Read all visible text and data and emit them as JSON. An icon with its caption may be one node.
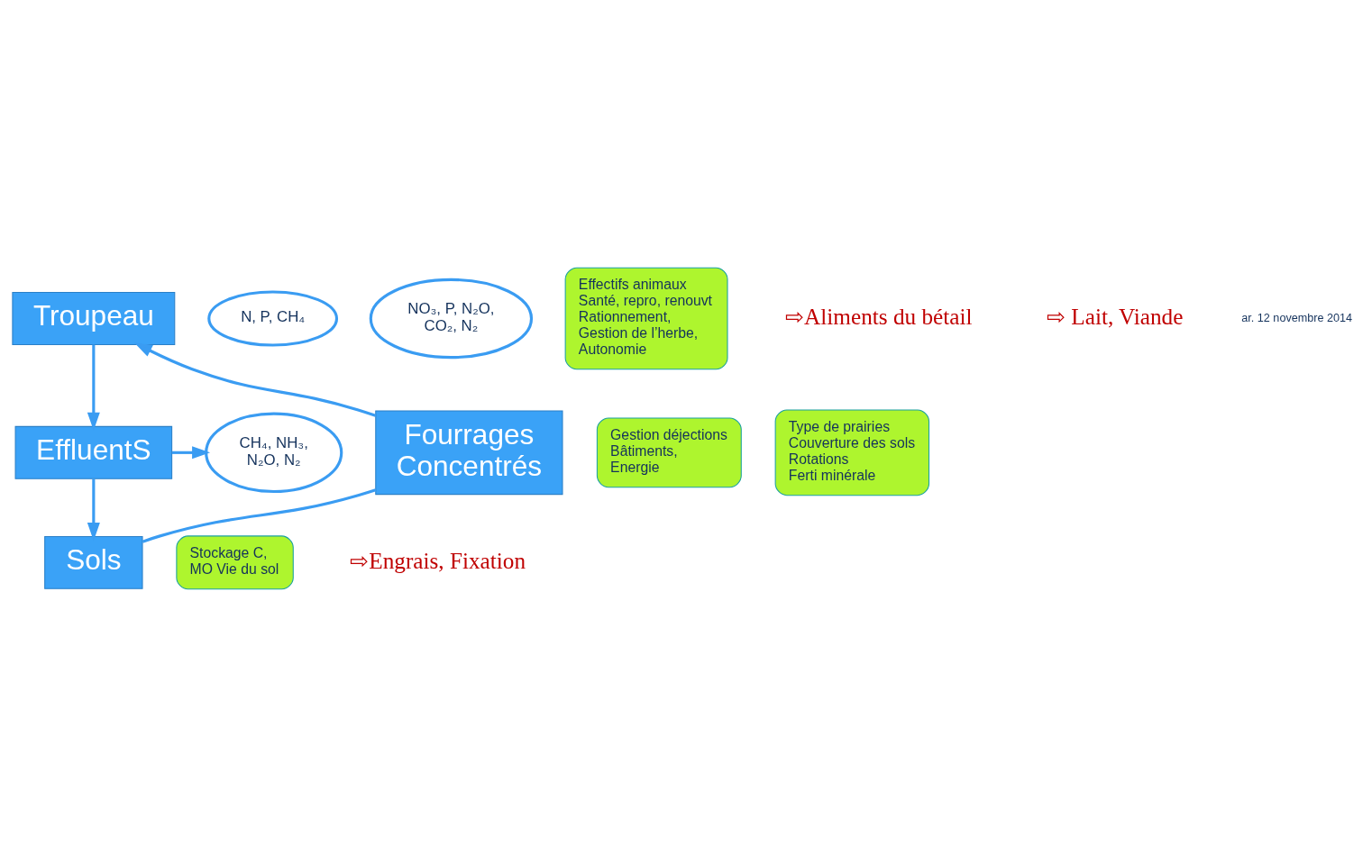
{
  "diagram": {
    "nodes": [
      {
        "text": [
          "Troupeau"
        ]
      },
      {
        "text": [
          "EffluentS"
        ]
      },
      {
        "text": [
          "Sols"
        ]
      },
      {
        "text": [
          "Fourrages Concentrés"
        ]
      },
      {
        "text": [
          "N, P, CH₄"
        ]
      },
      {
        "text": [
          "CH₄, NH₃, N₂O, N₂"
        ]
      },
      {
        "text": [
          "NO₃, P, N₂O, CO₂, N₂"
        ]
      },
      {
        "text": [
          "Effectifs animaux Santé, repro, renouvt Rationnement, Gestion de l’herbe, Autonomie"
        ]
      },
      {
        "text": [
          "Gestion déjections Bâtiments, Energie"
        ]
      },
      {
        "text": [
          "Type de prairies Couverture des sols Rotations Ferti minérale"
        ]
      },
      {
        "text": [
          "Stockage C, MO Vie du sol"
        ]
      }
    ],
    "edges": [
      {
        "from": 3,
        "to": 0,
        "arrow": "to"
      },
      {
        "from": 0,
        "to": 1,
        "arrow": "to"
      },
      {
        "from": 1,
        "to": 2,
        "arrow": "to"
      },
      {
        "from": 2,
        "to": 3,
        "arrow": "none"
      },
      {
        "from": 1,
        "to": 5,
        "arrow": "to"
      }
    ],
    "labels": [
      "⇨Aliments du bétail",
      "⇨ Lait, Viande",
      "⇨Engrais, Fixation",
      "ar. 12 novembre 2014"
    ]
  }
}
